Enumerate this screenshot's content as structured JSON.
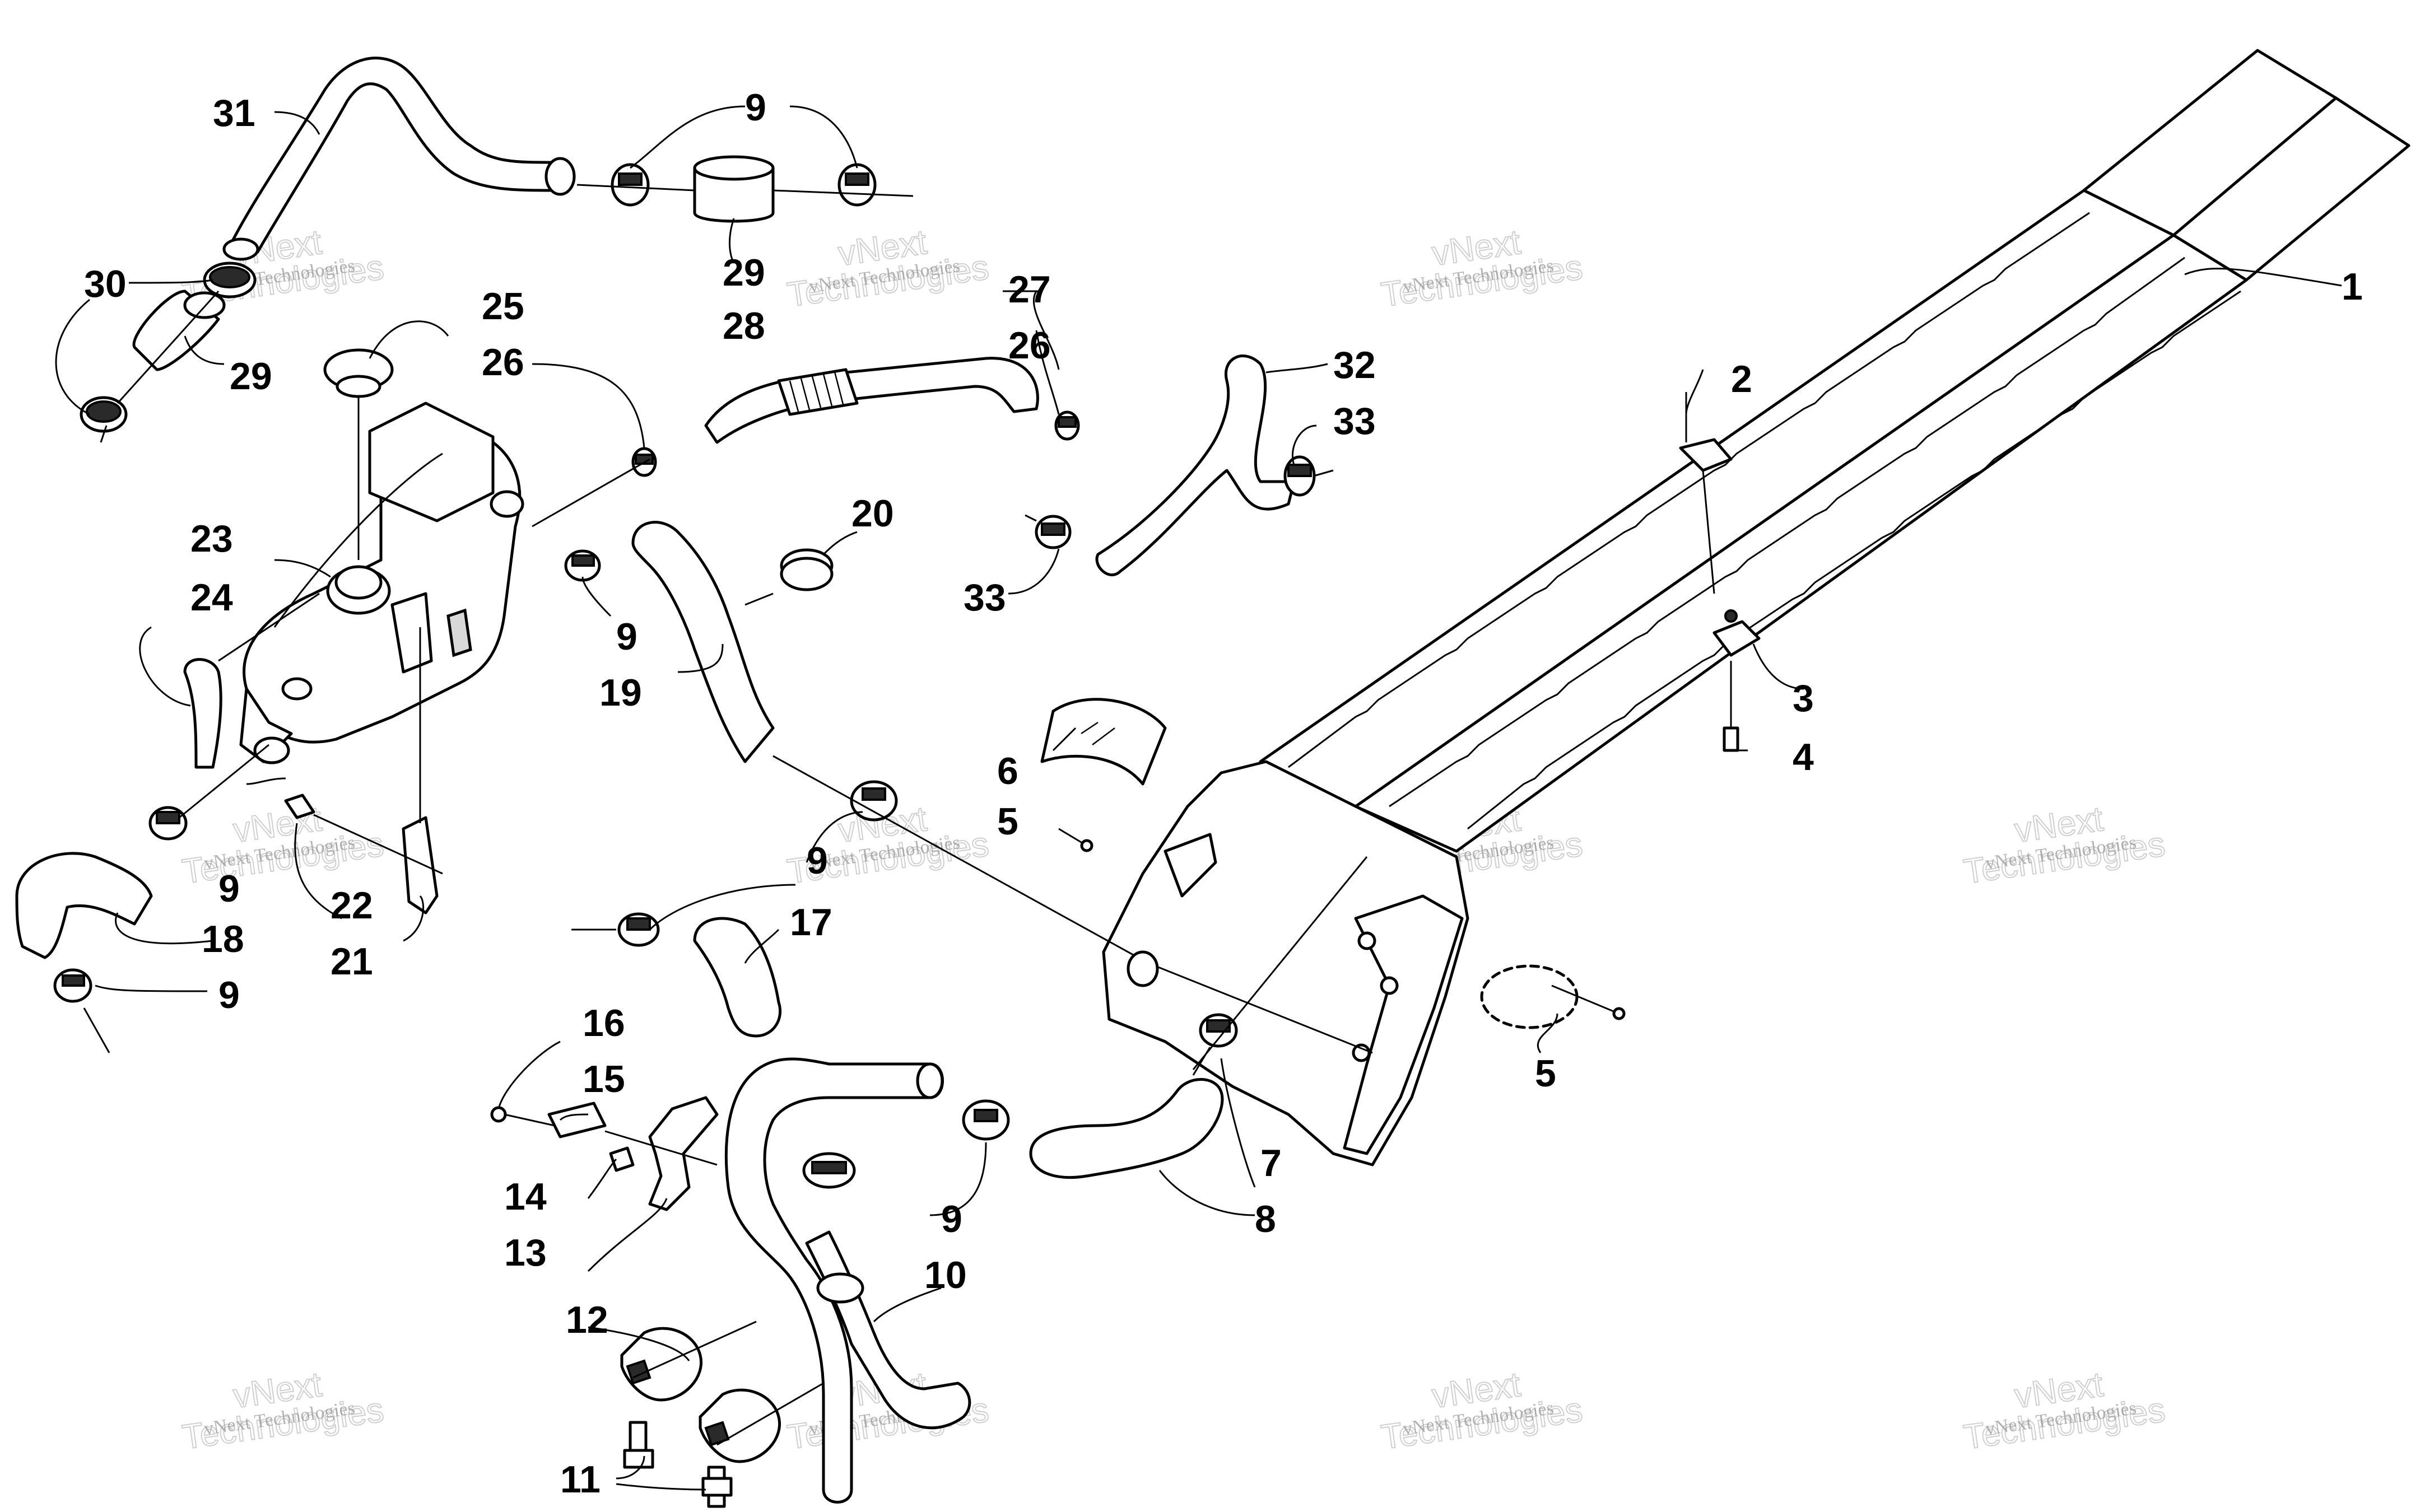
{
  "watermark": {
    "line1": "vNext",
    "line2": "Technologies",
    "small": "vNext Technologies"
  },
  "callouts": {
    "c1": "1",
    "c2": "2",
    "c3": "3",
    "c4": "4",
    "c5a": "5",
    "c5b": "5",
    "c6": "6",
    "c7": "7",
    "c8": "8",
    "c9a": "9",
    "c9b": "9",
    "c9c": "9",
    "c9d": "9",
    "c9e": "9",
    "c9f": "9",
    "c10": "10",
    "c11": "11",
    "c12": "12",
    "c13": "13",
    "c14": "14",
    "c15": "15",
    "c16": "16",
    "c17": "17",
    "c18": "18",
    "c19": "19",
    "c20": "20",
    "c21": "21",
    "c22": "22",
    "c23": "23",
    "c24": "24",
    "c25": "25",
    "c26a": "26",
    "c26b": "26",
    "c27": "27",
    "c28": "28",
    "c29a": "29",
    "c29b": "29",
    "c30": "30",
    "c31": "31",
    "c32": "32",
    "c33a": "33",
    "c33b": "33"
  }
}
